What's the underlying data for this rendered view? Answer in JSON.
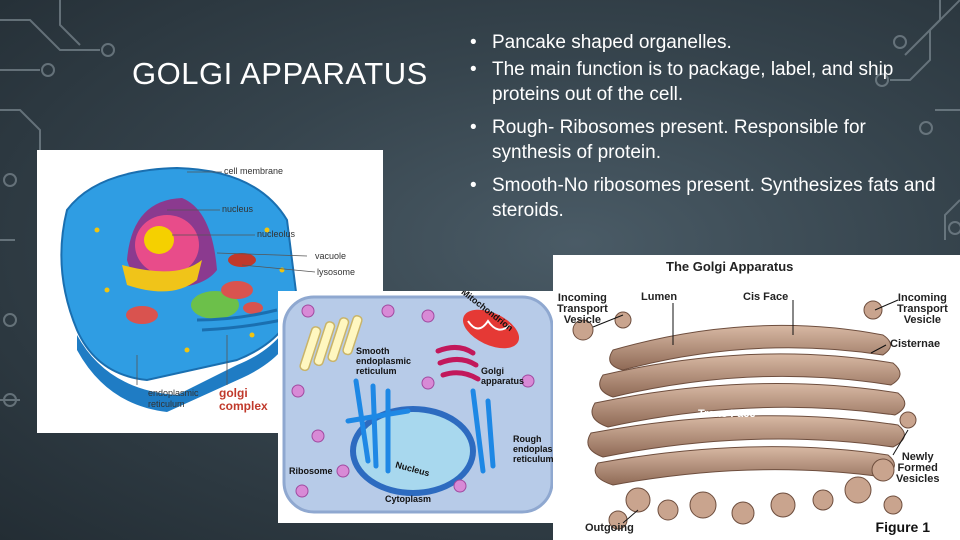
{
  "slide": {
    "title": "GOLGI APPARATUS",
    "bullets": [
      "Pancake shaped organelles.",
      "The main function is to package, label, and ship proteins out of the cell.",
      "Rough- Ribosomes present. Responsible for synthesis of protein.",
      "Smooth-No ribosomes present. Synthesizes fats and steroids."
    ],
    "bullet_glyph": "•"
  },
  "image1": {
    "labels": {
      "cell_membrane": "cell membrane",
      "nucleus": "nucleus",
      "nucleolus": "nucleolus",
      "vacuole": "vacuole",
      "lysosome": "lysosome",
      "er_line1": "endoplasmic",
      "er_line2": "reticulum",
      "golgi_line1": "golgi",
      "golgi_line2": "complex"
    }
  },
  "image2": {
    "labels": {
      "smooth_er": "Smooth\nendoplasmic\nreticulum",
      "mitochondrion": "Mitochondrion",
      "golgi": "Golgi\napparatus",
      "rough_er": "Rough\nendoplasmic\nreticulum",
      "ribosome": "Ribosome",
      "nucleus": "Nucleus",
      "cytoplasm": "Cytoplasm"
    }
  },
  "image3": {
    "title": "The Golgi Apparatus",
    "labels": {
      "incoming_left": "Incoming\nTransport\nVesicle",
      "lumen": "Lumen",
      "cis_face": "Cis Face",
      "incoming_right": "Incoming\nTransport\nVesicle",
      "cisternae": "Cisternae",
      "trans_face": "Trans Face",
      "newly_formed": "Newly\nFormed\nVesicles",
      "outgoing": "Outgoing"
    },
    "figure_label": "Figure 1"
  },
  "colors": {
    "background": "#36444d",
    "text": "#ffffff",
    "cell_blue": "#2f9de3",
    "golgi_brown": "#b08a73",
    "accent_red": "#c0392b"
  }
}
